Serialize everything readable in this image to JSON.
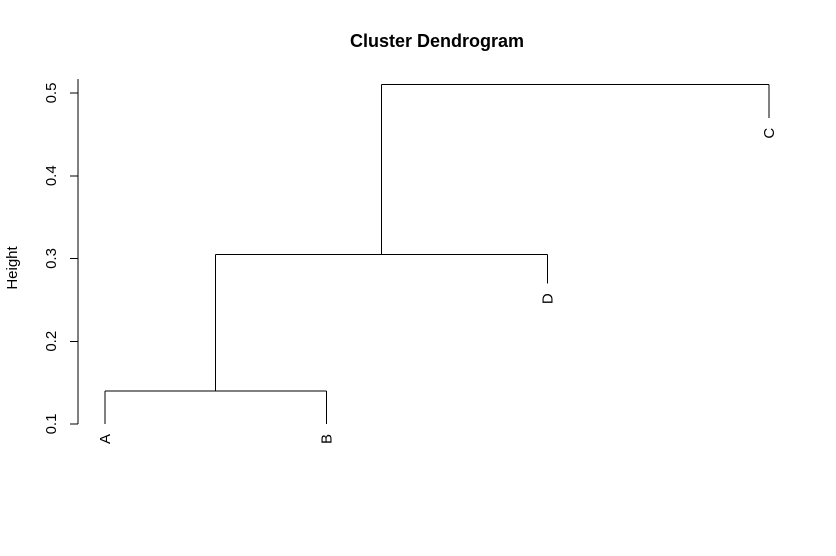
{
  "chart_data": {
    "type": "dendrogram",
    "title": "Cluster Dendrogram",
    "xlabel": "",
    "ylabel": "Height",
    "ylim": [
      0.1,
      0.5
    ],
    "yticks": [
      0.1,
      0.2,
      0.3,
      0.4,
      0.5
    ],
    "ytick_labels": [
      "0.1",
      "0.2",
      "0.3",
      "0.4",
      "0.5"
    ],
    "leaves": [
      {
        "label": "A",
        "order": 1,
        "height": 0.1
      },
      {
        "label": "B",
        "order": 2,
        "height": 0.1
      },
      {
        "label": "D",
        "order": 3,
        "height": 0.27
      },
      {
        "label": "C",
        "order": 4,
        "height": 0.47
      }
    ],
    "merges": [
      {
        "left": "A",
        "right": "B",
        "height": 0.14
      },
      {
        "left": "A-B",
        "right": "D",
        "height": 0.305
      },
      {
        "left": "A-B-D",
        "right": "C",
        "height": 0.51
      }
    ],
    "line_color": "#000000"
  }
}
